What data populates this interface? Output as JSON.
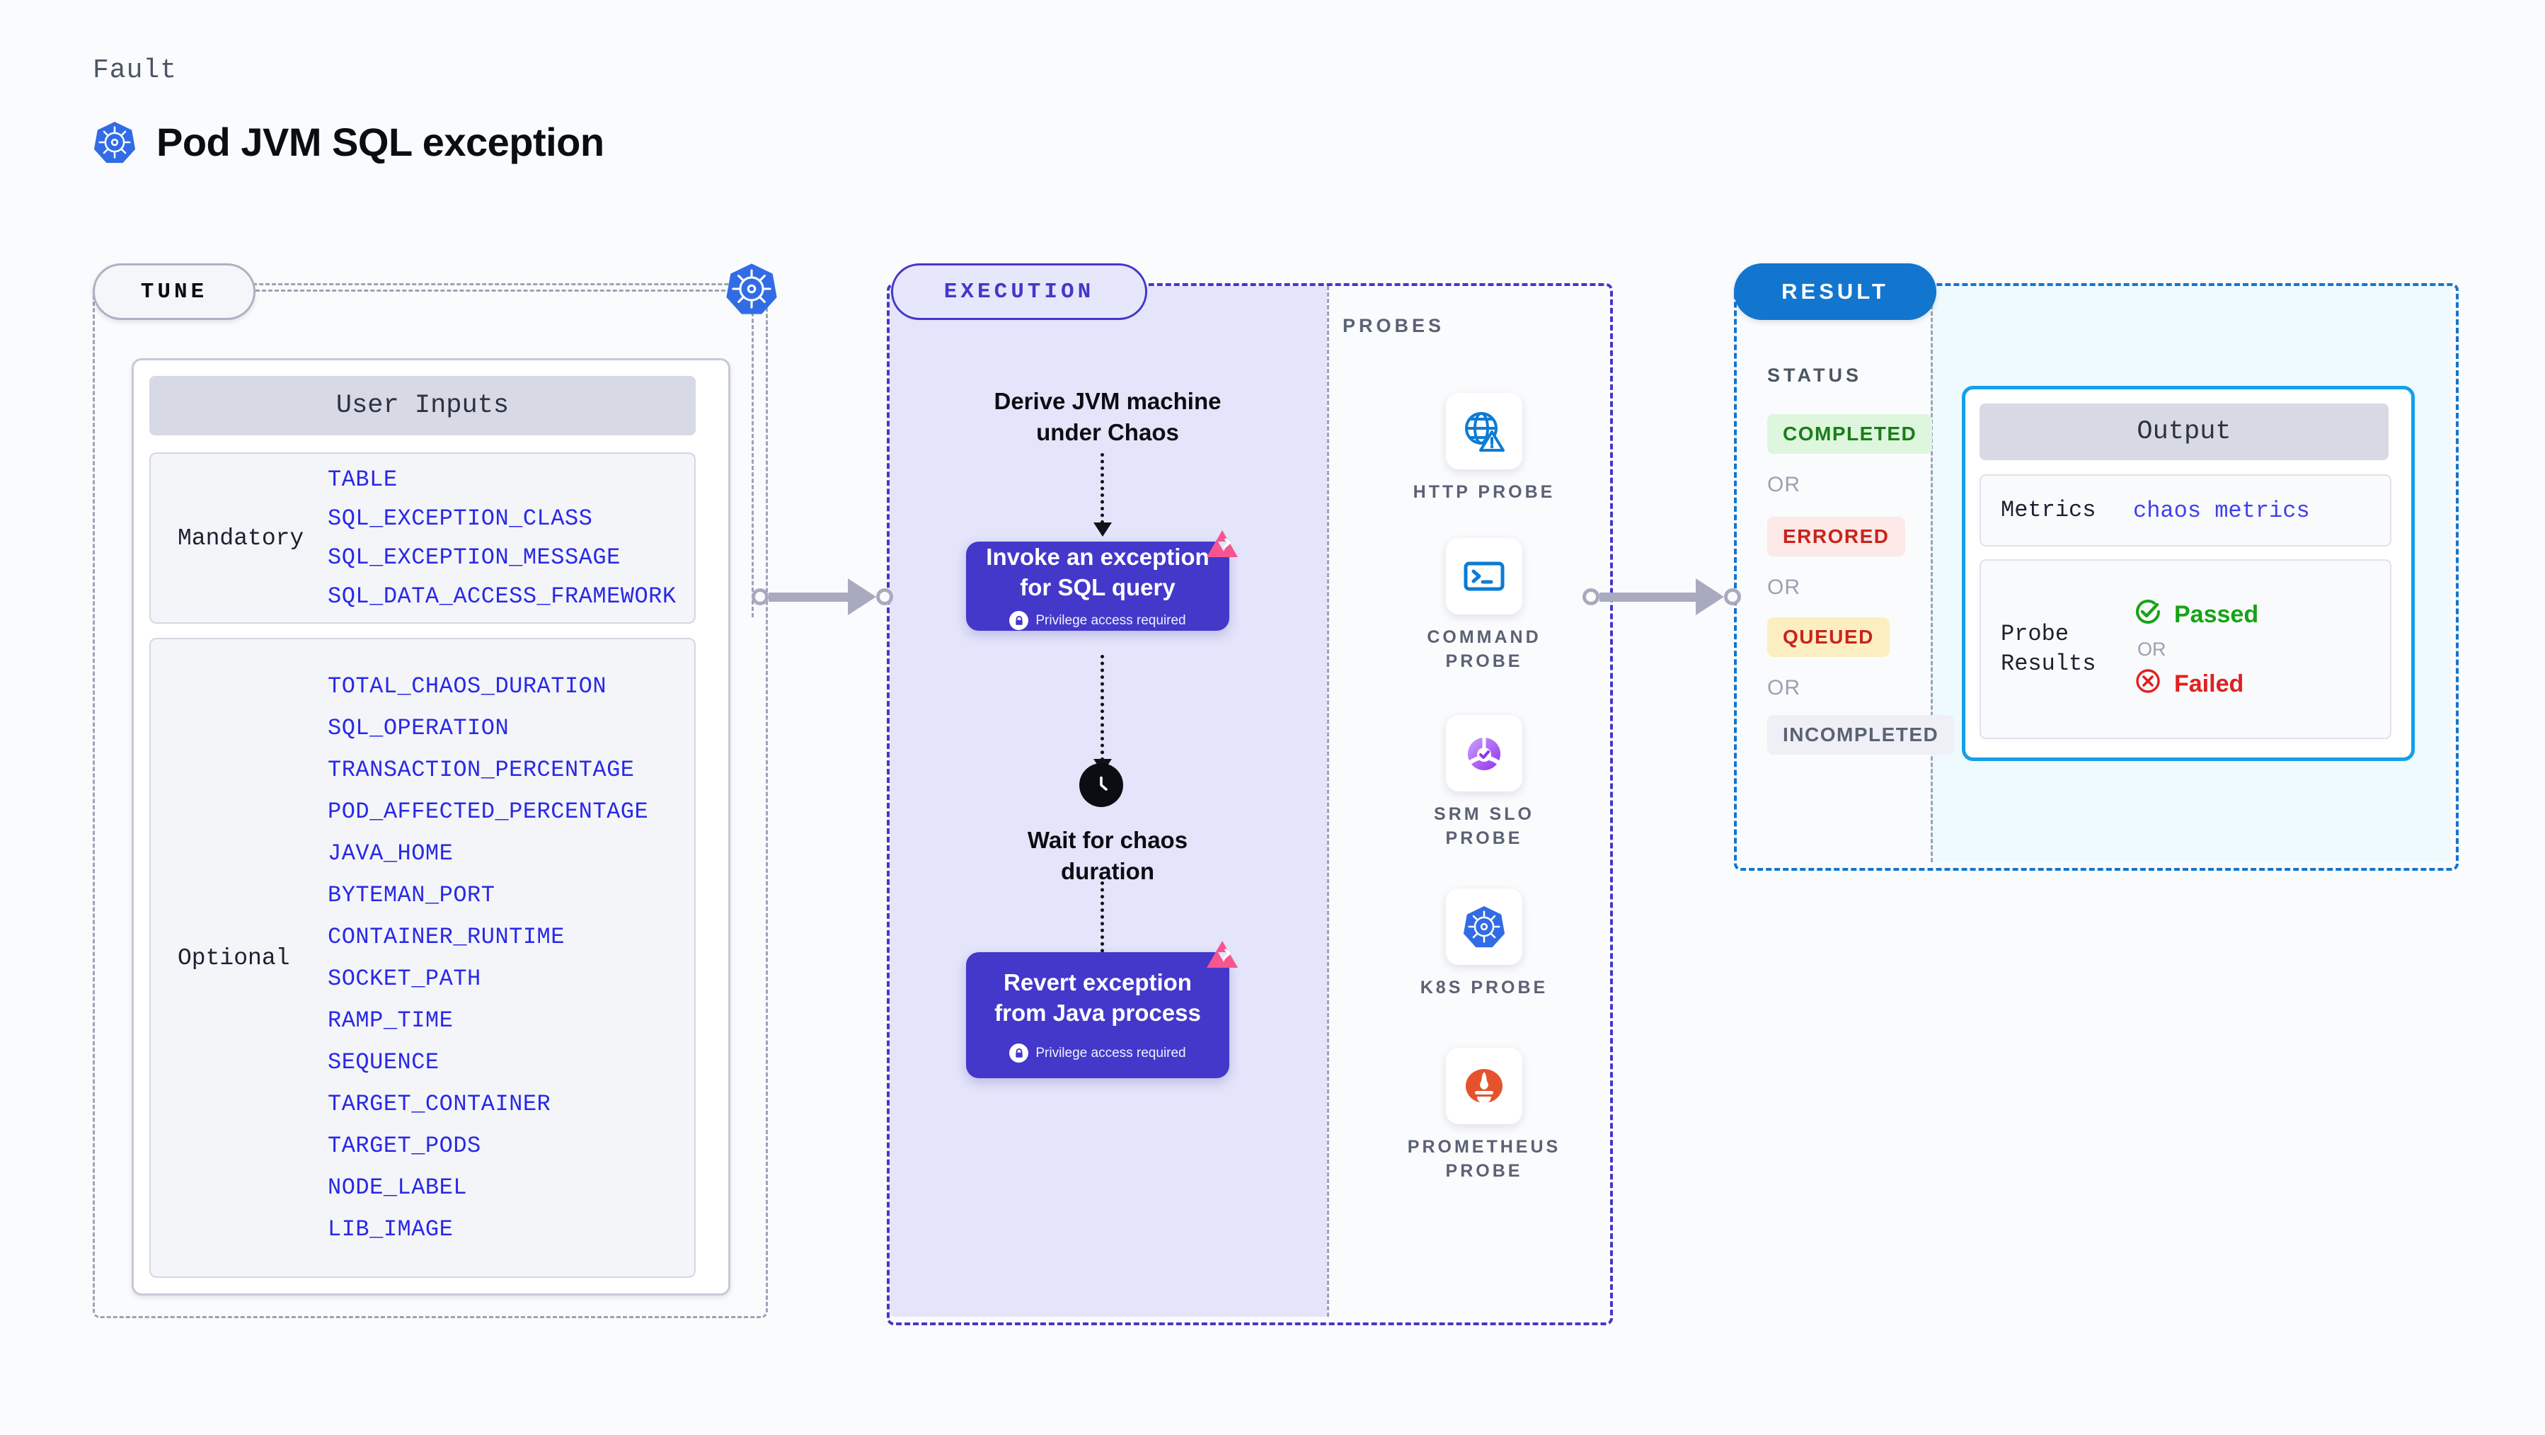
{
  "header": {
    "kicker": "Fault",
    "title": "Pod JVM SQL exception",
    "icon": "kubernetes-icon"
  },
  "tune": {
    "pill_label": "TUNE",
    "card_title": "User Inputs",
    "groups": [
      {
        "label": "Mandatory",
        "params": [
          "TABLE",
          "SQL_EXCEPTION_CLASS",
          "SQL_EXCEPTION_MESSAGE",
          "SQL_DATA_ACCESS_FRAMEWORK"
        ]
      },
      {
        "label": "Optional",
        "params": [
          "TOTAL_CHAOS_DURATION",
          "SQL_OPERATION",
          "TRANSACTION_PERCENTAGE",
          "POD_AFFECTED_PERCENTAGE",
          "JAVA_HOME",
          "BYTEMAN_PORT",
          "CONTAINER_RUNTIME",
          "SOCKET_PATH",
          "RAMP_TIME",
          "SEQUENCE",
          "TARGET_CONTAINER",
          "TARGET_PODS",
          "NODE_LABEL",
          "LIB_IMAGE"
        ]
      }
    ]
  },
  "execution": {
    "pill_label": "EXECUTION",
    "step_derive": "Derive JVM machine\nunder Chaos",
    "card_invoke": {
      "title": "Invoke an exception\nfor SQL query",
      "privilege": "Privilege access required",
      "badge": "chaos-badge-icon",
      "lock": "lock-icon"
    },
    "wait_step": {
      "icon": "clock-icon",
      "text": "Wait for chaos\nduration"
    },
    "card_revert": {
      "title": "Revert exception\nfrom Java process",
      "privilege": "Privilege access required",
      "badge": "chaos-badge-icon",
      "lock": "lock-icon"
    }
  },
  "probes": {
    "section_label": "PROBES",
    "items": [
      {
        "label": "HTTP PROBE",
        "icon": "globe-alert-icon"
      },
      {
        "label": "COMMAND PROBE",
        "icon": "terminal-icon"
      },
      {
        "label": "SRM SLO PROBE",
        "icon": "slo-gauge-icon"
      },
      {
        "label": "K8S PROBE",
        "icon": "kubernetes-icon"
      },
      {
        "label": "PROMETHEUS PROBE",
        "icon": "prometheus-icon"
      }
    ]
  },
  "result": {
    "pill_label": "RESULT",
    "status_label": "STATUS",
    "or_label": "OR",
    "statuses": [
      {
        "label": "COMPLETED"
      },
      {
        "label": "ERRORED"
      },
      {
        "label": "QUEUED"
      },
      {
        "label": "INCOMPLETED"
      }
    ],
    "output": {
      "title": "Output",
      "metrics_key": "Metrics",
      "metrics_value": "chaos metrics",
      "probe_results_key": "Probe\nResults",
      "passed_label": "Passed",
      "failed_label": "Failed",
      "or_label": "OR",
      "passed_icon": "check-circle-icon",
      "failed_icon": "x-circle-icon"
    }
  },
  "colors": {
    "page_bg": "#fafbfd",
    "tune_accent": "#9ca3b5",
    "execution_accent": "#4338ca",
    "execution_fill": "#e4e4fa",
    "result_accent": "#1276ce",
    "result_fill": "#eefafe",
    "param_blue": "#2929e6",
    "chaos_pink": "#f7558e",
    "passed_green": "#16a316",
    "failed_red": "#e02020"
  }
}
